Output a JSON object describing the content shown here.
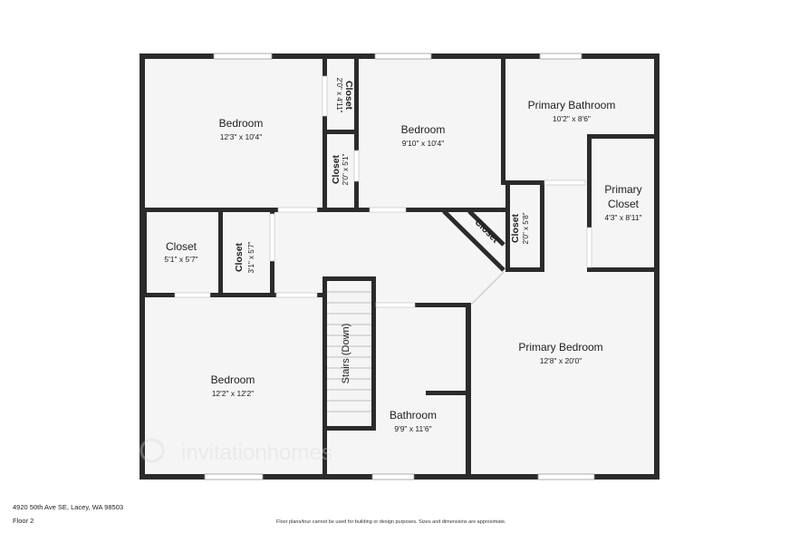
{
  "rooms": [
    {
      "name": "Bedroom",
      "dims": "12'3\" x 10'4\""
    },
    {
      "name": "Closet",
      "dims": "2'0\" x 4'11\""
    },
    {
      "name": "Closet",
      "dims": "2'0\" x 5'1\""
    },
    {
      "name": "Bedroom",
      "dims": "9'10\" x 10'4\""
    },
    {
      "name": "Primary Bathroom",
      "dims": "10'2\" x 8'6\""
    },
    {
      "name": "Primary Closet",
      "dims": "4'3\" x 8'11\""
    },
    {
      "name": "Closet",
      "dims": "2'0\" x 5'8\""
    },
    {
      "name": "Closet",
      "dims": ""
    },
    {
      "name": "Closet",
      "dims": "5'1\" x 5'7\""
    },
    {
      "name": "Closet",
      "dims": "3'1\" x 5'7\""
    },
    {
      "name": "Stairs (Down)",
      "dims": ""
    },
    {
      "name": "Bedroom",
      "dims": "12'2\" x 12'2\""
    },
    {
      "name": "Bathroom",
      "dims": "9'9\" x 11'6\""
    },
    {
      "name": "Primary Bedroom",
      "dims": "12'8\" x 20'0\""
    }
  ],
  "primary_closet_line1": "Primary",
  "primary_closet_line2": "Closet",
  "watermark_brand": "invitationhomes",
  "footer": {
    "address": "4920 50th Ave SE, Lacey, WA 98503",
    "floor": "Floor 2",
    "disclaimer": "Floor plans/tour cannot be used for building or design purposes. Sizes and dimensions are approximate."
  },
  "colors": {
    "wall": "#2b2b2b",
    "floor": "#f5f5f5",
    "window": "#ffffff"
  }
}
